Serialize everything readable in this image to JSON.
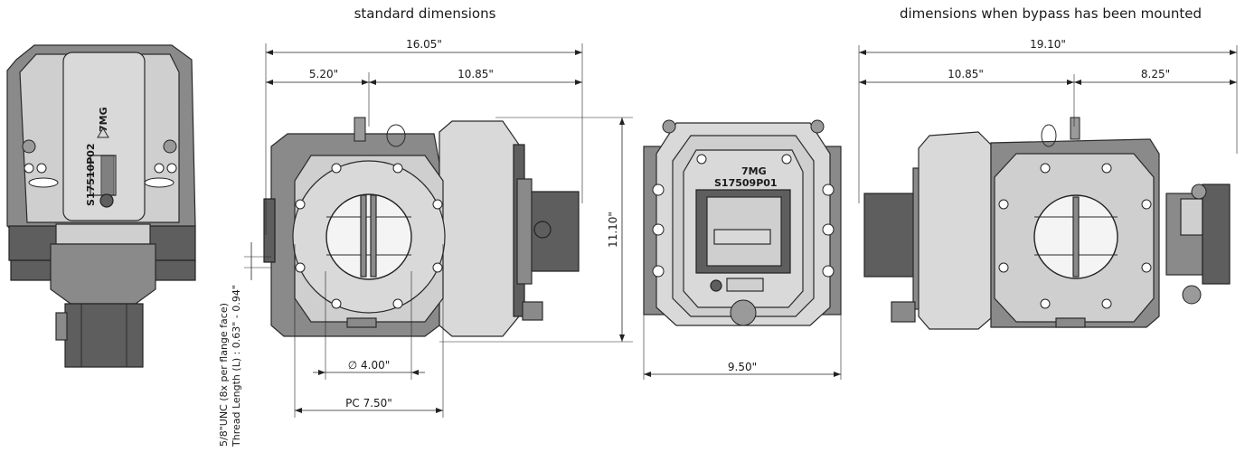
{
  "captions": {
    "standard": "standard dimensions",
    "bypass": "dimensions when bypass has been mounted"
  },
  "dimensions": {
    "total_length": "16.05\"",
    "left_offset": "5.20\"",
    "right_offset": "10.85\"",
    "height": "11.10\"",
    "bore_diameter": "∅ 4.00\"",
    "pitch_circle": "PC 7.50\"",
    "front_width": "9.50\"",
    "bypass_total": "19.10\"",
    "bypass_left": "10.85\"",
    "bypass_right": "8.25\""
  },
  "thread_note": {
    "line1": "5/8\"UNC (8x per flange face)",
    "line2": "Thread Length (L) : 0.63\" - 0.94\""
  },
  "markings": {
    "brand": "7MG",
    "side_serial": "S17510P02",
    "front_serial": "S17509P01"
  },
  "icons": [
    "recycle-logo-icon",
    "warning-triangle-icon"
  ]
}
